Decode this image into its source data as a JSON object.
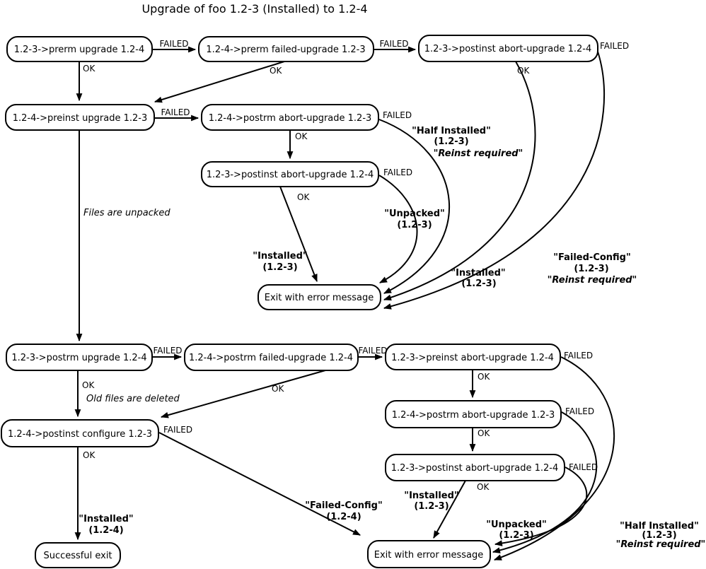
{
  "title": "Upgrade of foo 1.2-3 (Installed) to 1.2-4",
  "edge_labels": {
    "ok": "OK",
    "failed": "FAILED"
  },
  "notes": {
    "files_unpacked": "Files are unpacked",
    "old_files_deleted": "Old files are deleted"
  },
  "nodes": {
    "prerm_upgrade": {
      "label": "1.2-3->prerm upgrade 1.2-4"
    },
    "prerm_failed_upgrade": {
      "label": "1.2-4->prerm failed-upgrade 1.2-3"
    },
    "postinst_abort_top": {
      "label": "1.2-3->postinst abort-upgrade 1.2-4"
    },
    "preinst_upgrade": {
      "label": "1.2-4->preinst upgrade 1.2-3"
    },
    "postrm_abort_top": {
      "label": "1.2-4->postrm abort-upgrade 1.2-3"
    },
    "postinst_abort_mid": {
      "label": "1.2-3->postinst abort-upgrade 1.2-4"
    },
    "exit_error_top": {
      "label": "Exit with error message"
    },
    "postrm_upgrade": {
      "label": "1.2-3->postrm upgrade 1.2-4"
    },
    "postrm_failed_upgrade": {
      "label": "1.2-4->postrm failed-upgrade 1.2-4"
    },
    "preinst_abort": {
      "label": "1.2-3->preinst abort-upgrade 1.2-4"
    },
    "postrm_abort_bottom": {
      "label": "1.2-4->postrm abort-upgrade 1.2-3"
    },
    "postinst_abort_bottom": {
      "label": "1.2-3->postinst abort-upgrade 1.2-4"
    },
    "postinst_configure": {
      "label": "1.2-4->postinst configure 1.2-3"
    },
    "success_exit": {
      "label": "Successful exit"
    },
    "exit_error_bottom": {
      "label": "Exit with error message"
    }
  },
  "states": {
    "half_installed_top": {
      "line1": "\"Half Installed\"",
      "line2": "(1.2-3)",
      "line3": "\"Reinst required\""
    },
    "unpacked_top": {
      "line1": "\"Unpacked\"",
      "line2": "(1.2-3)"
    },
    "installed_left": {
      "line1": "\"Installed\"",
      "line2": "(1.2-3)"
    },
    "installed_right": {
      "line1": "\"Installed\"",
      "line2": "(1.2-3)"
    },
    "failed_config_top": {
      "line1": "\"Failed-Config\"",
      "line2": "(1.2-3)",
      "line3": "\"Reinst required\""
    },
    "installed_bottom": {
      "line1": "\"Installed\"",
      "line2": "(1.2-3)"
    },
    "unpacked_bottom": {
      "line1": "\"Unpacked\"",
      "line2": "(1.2-3)"
    },
    "half_installed_bottom": {
      "line1": "\"Half Installed\"",
      "line2": "(1.2-3)",
      "line3": "\"Reinst required\""
    },
    "installed_success": {
      "line1": "\"Installed\"",
      "line2": "(1.2-4)"
    },
    "failed_config_bottom": {
      "line1": "\"Failed-Config\"",
      "line2": "(1.2-4)"
    }
  }
}
